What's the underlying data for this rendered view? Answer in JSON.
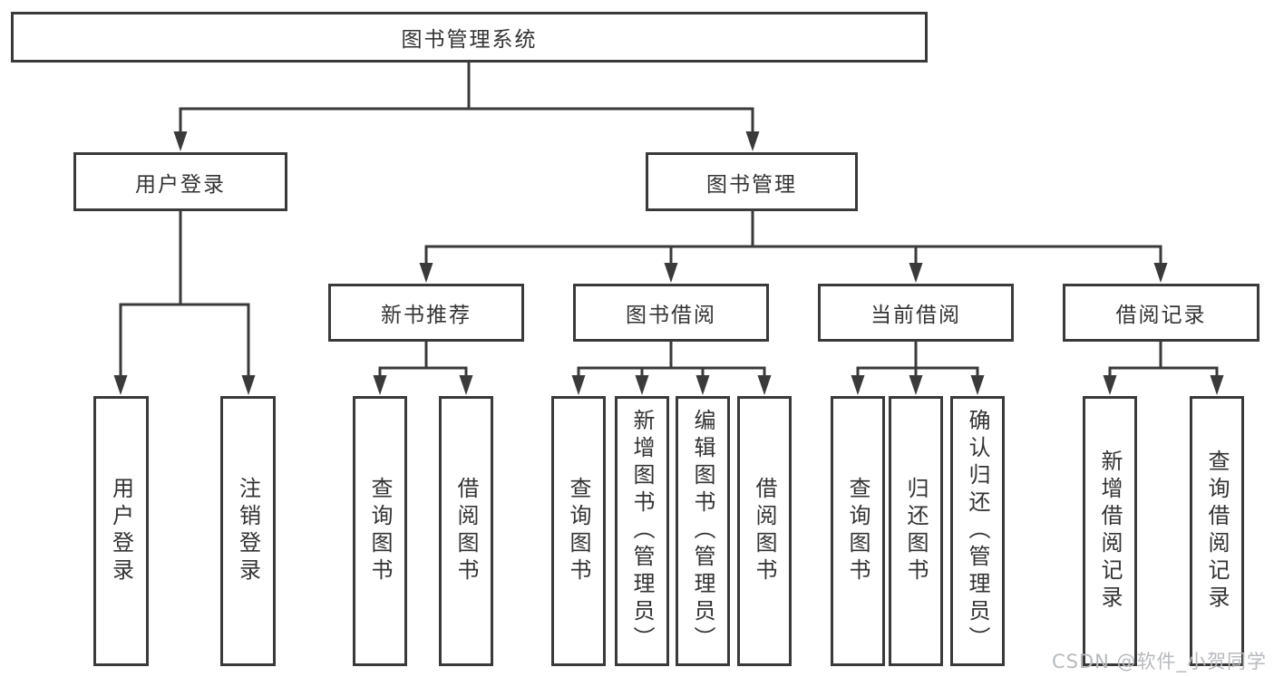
{
  "diagram": {
    "title": "图书管理系统",
    "level2": {
      "user_login": "用户登录",
      "book_management": "图书管理"
    },
    "level3": {
      "new_book_rec": "新书推荐",
      "book_borrow": "图书借阅",
      "current_borrow": "当前借阅",
      "borrow_records": "借阅记录"
    },
    "leaves": {
      "user_login": [
        "用户登录",
        "注销登录"
      ],
      "new_book_rec": [
        "查询图书",
        "借阅图书"
      ],
      "book_borrow": [
        "查询图书",
        "新增图书（管理员）",
        "编辑图书（管理员）",
        "借阅图书"
      ],
      "current_borrow": [
        "查询图书",
        "归还图书",
        "确认归还（管理员）"
      ],
      "borrow_records": [
        "新增借阅记录",
        "查询借阅记录"
      ]
    }
  },
  "watermark": "CSDN @软件_小贺同学",
  "colors": {
    "line": "#3a3a3a",
    "text": "#333333",
    "watermark": "#b7babd",
    "background": "#ffffff"
  }
}
